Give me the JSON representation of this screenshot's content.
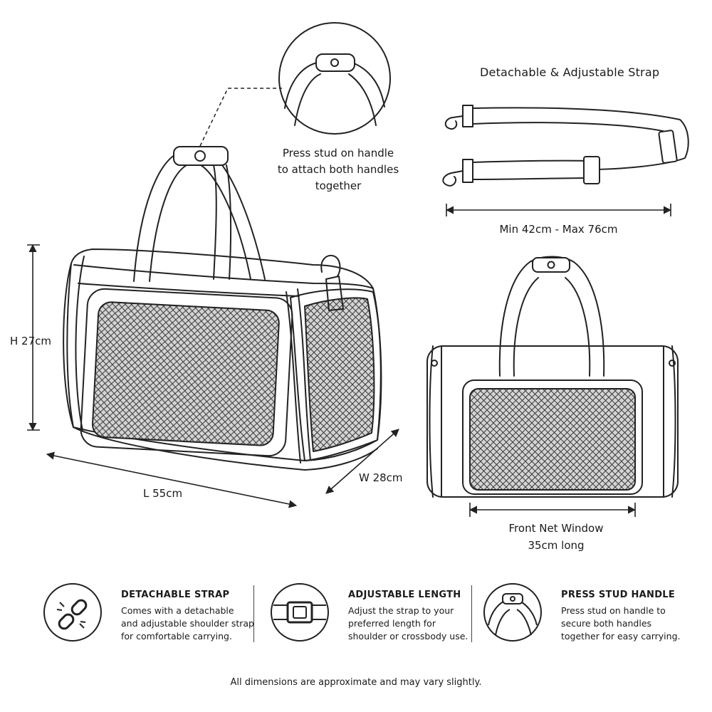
{
  "callouts": {
    "press_stud": [
      "Press stud on handle",
      "to attach both handles",
      "together"
    ],
    "strap_title": "Detachable & Adjustable Strap",
    "strap_range": "Min 42cm - Max 76cm",
    "height": "H 27cm",
    "length": "L 55cm",
    "width": "W 28cm",
    "front_window": [
      "Front Net Window",
      "35cm long"
    ]
  },
  "features": [
    {
      "icon": "broken-link-icon",
      "title": "DETACHABLE STRAP",
      "lines": [
        "Comes with a detachable",
        "and adjustable shoulder strap",
        "for comfortable carrying."
      ]
    },
    {
      "icon": "strap-buckle-icon",
      "title": "ADJUSTABLE LENGTH",
      "lines": [
        "Adjust the strap to your",
        "preferred length for",
        "shoulder or crossbody use."
      ]
    },
    {
      "icon": "press-stud-handle-icon",
      "title": "PRESS STUD HANDLE",
      "lines": [
        "Press stud on handle to",
        "secure both handles",
        "together for easy carrying."
      ]
    }
  ],
  "footnote": "All dimensions are approximate and may vary slightly."
}
